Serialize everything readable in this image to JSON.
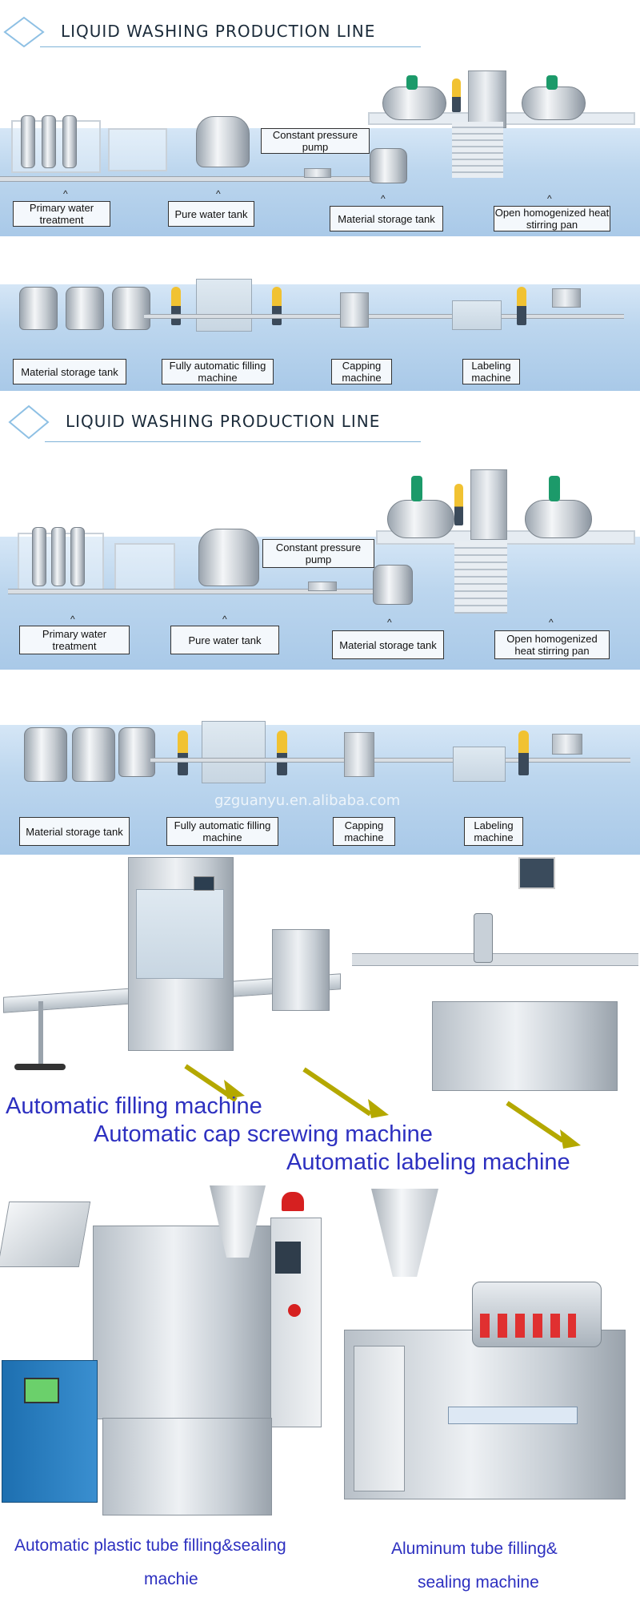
{
  "sections": {
    "line1": {
      "title": "LIQUID WASHING PRODUCTION LINE",
      "labels": {
        "primary_water": "Primary water treatment",
        "pure_water": "Pure water tank",
        "constant_pump": "Constant pressure pump",
        "material_storage": "Material storage tank",
        "homogenized": "Open homogenized heat stirring pan"
      }
    },
    "line1b": {
      "labels": {
        "material_storage": "Material storage tank",
        "filling": "Fully automatic filling machine",
        "capping": "Capping machine",
        "labeling": "Labeling machine"
      }
    },
    "line2": {
      "title": "LIQUID WASHING PRODUCTION LINE",
      "labels": {
        "primary_water": "Primary water treatment",
        "pure_water": "Pure water tank",
        "constant_pump": "Constant pressure pump",
        "material_storage": "Material storage tank",
        "homogenized": "Open homogenized heat stirring pan"
      }
    },
    "line2b": {
      "watermark": "gzguanyu.en.alibaba.com",
      "labels": {
        "material_storage": "Material storage tank",
        "filling": "Fully automatic filling machine",
        "capping": "Capping machine",
        "labeling": "Labeling machine"
      }
    },
    "machines": {
      "filling": "Automatic filling machine",
      "cap_screwing": "Automatic cap screwing machine",
      "labeling": "Automatic labeling machine"
    },
    "tubes": {
      "plastic_line1": "Automatic plastic tube filling&sealing",
      "plastic_line2": "machie",
      "aluminum_line1": "Aluminum tube filling&",
      "aluminum_line2": "sealing machine"
    }
  },
  "colors": {
    "caption_blue": "#2d30c0",
    "arrow_olive": "#b4a800",
    "band_blue": "#bcd6ee"
  }
}
